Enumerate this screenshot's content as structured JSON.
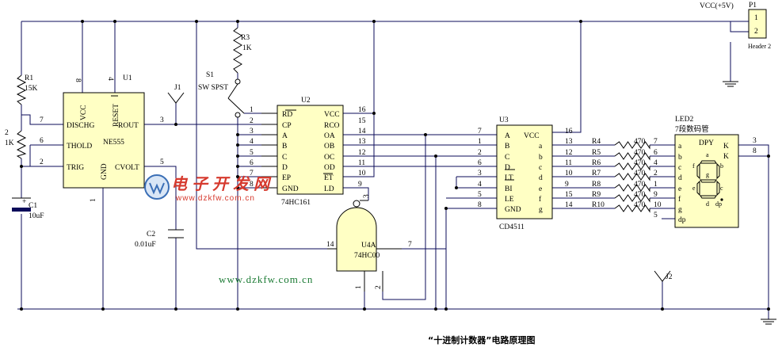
{
  "title": "“十进制计数器”电路原理图",
  "watermark": {
    "name": "电子开发网",
    "url": "www.dzkfw.com.cn"
  },
  "footer_url": "www.dzkfw.com.cn",
  "colors": {
    "wire": "#0b0b5a",
    "ic_fill": "#ffffc4",
    "url_text": "#1a7a33",
    "logo_red": "#d63a2e",
    "logo_blue": "#3b6fb6"
  },
  "power": {
    "label": "VCC(+5V)",
    "conn_ref": "P1",
    "conn_name": "Header 2",
    "conn_pins": [
      "1",
      "2"
    ]
  },
  "u1": {
    "ref": "U1",
    "name": "NE555",
    "pins": {
      "vcc": "VCC",
      "reset": "RESET",
      "dischg": "DISCHG",
      "rout": "ROUT",
      "thold": "THOLD",
      "trig": "TRIG",
      "gnd": "GND",
      "cvolt": "CVOLT"
    },
    "pin_nums": {
      "dischg": "7",
      "thold": "6",
      "trig": "2",
      "vcc": "8",
      "reset": "4",
      "rout": "3",
      "cvolt": "5",
      "gnd": "1"
    }
  },
  "u2": {
    "ref": "U2",
    "name": "74HC161",
    "left": [
      "RD",
      "CP",
      "A",
      "B",
      "C",
      "D",
      "EP",
      "GND"
    ],
    "left_nums": [
      "1",
      "2",
      "3",
      "4",
      "5",
      "6",
      "7",
      "8"
    ],
    "right": [
      "VCC",
      "RCO",
      "OA",
      "OB",
      "OC",
      "OD",
      "ET",
      "LD"
    ],
    "right_nums": [
      "16",
      "15",
      "14",
      "13",
      "12",
      "11",
      "10",
      "9"
    ]
  },
  "u3": {
    "ref": "U3",
    "name": "CD4511",
    "left": [
      "A",
      "B",
      "C",
      "D",
      "LT",
      "BI",
      "LE",
      "GND"
    ],
    "left_nums": [
      "7",
      "1",
      "2",
      "6",
      "3",
      "4",
      "5",
      "8"
    ],
    "right": [
      "VCC",
      "a",
      "b",
      "c",
      "d",
      "e",
      "f",
      "g"
    ],
    "right_nums": [
      "16",
      "13",
      "12",
      "11",
      "10",
      "9",
      "15",
      "14"
    ]
  },
  "u4": {
    "ref": "U4A",
    "name": "74HC00",
    "pins": [
      "3",
      "1",
      "2",
      "14",
      "7"
    ]
  },
  "led": {
    "ref": "LED2",
    "name": "7段数码管",
    "label": "DPY",
    "left": [
      "a",
      "b",
      "c",
      "d",
      "e",
      "f",
      "g",
      "dp"
    ],
    "left_nums": [
      "7",
      "6",
      "4",
      "2",
      "1",
      "9",
      "10",
      "5"
    ],
    "right": [
      "K",
      "K"
    ],
    "right_nums": [
      "3",
      "8"
    ],
    "seg": [
      "a",
      "b",
      "c",
      "d",
      "e",
      "f",
      "g",
      "dp"
    ]
  },
  "resistors": [
    {
      "ref": "R1",
      "value": "15K"
    },
    {
      "ref": "2",
      "value": "1K"
    },
    {
      "ref": "R3",
      "value": "1K"
    },
    {
      "ref": "R4",
      "value": "470"
    },
    {
      "ref": "R5",
      "value": "470"
    },
    {
      "ref": "R6",
      "value": "470"
    },
    {
      "ref": "R7",
      "value": "470"
    },
    {
      "ref": "R8",
      "value": "470"
    },
    {
      "ref": "R9",
      "value": "470"
    },
    {
      "ref": "R10",
      "value": "470"
    }
  ],
  "c1": {
    "ref": "C1",
    "value": "10uF",
    "plus": "+"
  },
  "c2": {
    "ref": "C2",
    "value": "0.01uF"
  },
  "switch": {
    "ref": "S1",
    "name": "SW SPST"
  },
  "jumpers": [
    "J1",
    "J2"
  ]
}
